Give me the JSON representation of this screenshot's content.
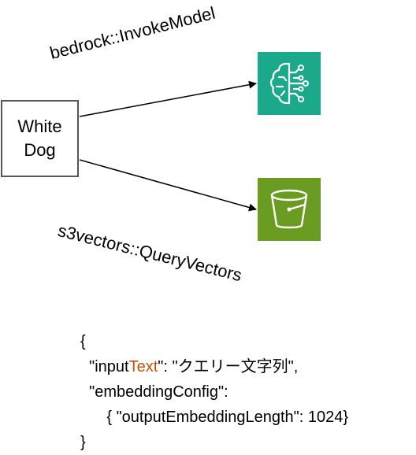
{
  "query_box": {
    "line1": "White",
    "line2": "Dog"
  },
  "edges": {
    "invoke": "bedrock::InvokeModel",
    "query": "s3vectors::QueryVectors"
  },
  "services": {
    "bedrock": {
      "icon": "bedrock-brain-icon",
      "color": "#1aa98a"
    },
    "s3": {
      "icon": "s3-bucket-icon",
      "color": "#6b9c22"
    }
  },
  "code": {
    "open_brace": "{",
    "input_key_prefix": "\"input",
    "input_key_highlight": "Text",
    "input_key_suffix": "\":  \"クエリー文字列\",",
    "config_key": "\"embeddingConfig\":",
    "config_value": "{ \"outputEmbeddingLength\": 1024}",
    "close_brace": "}"
  },
  "colors": {
    "highlight": "#c85000",
    "arrow": "#000000",
    "box_border": "#555555"
  }
}
